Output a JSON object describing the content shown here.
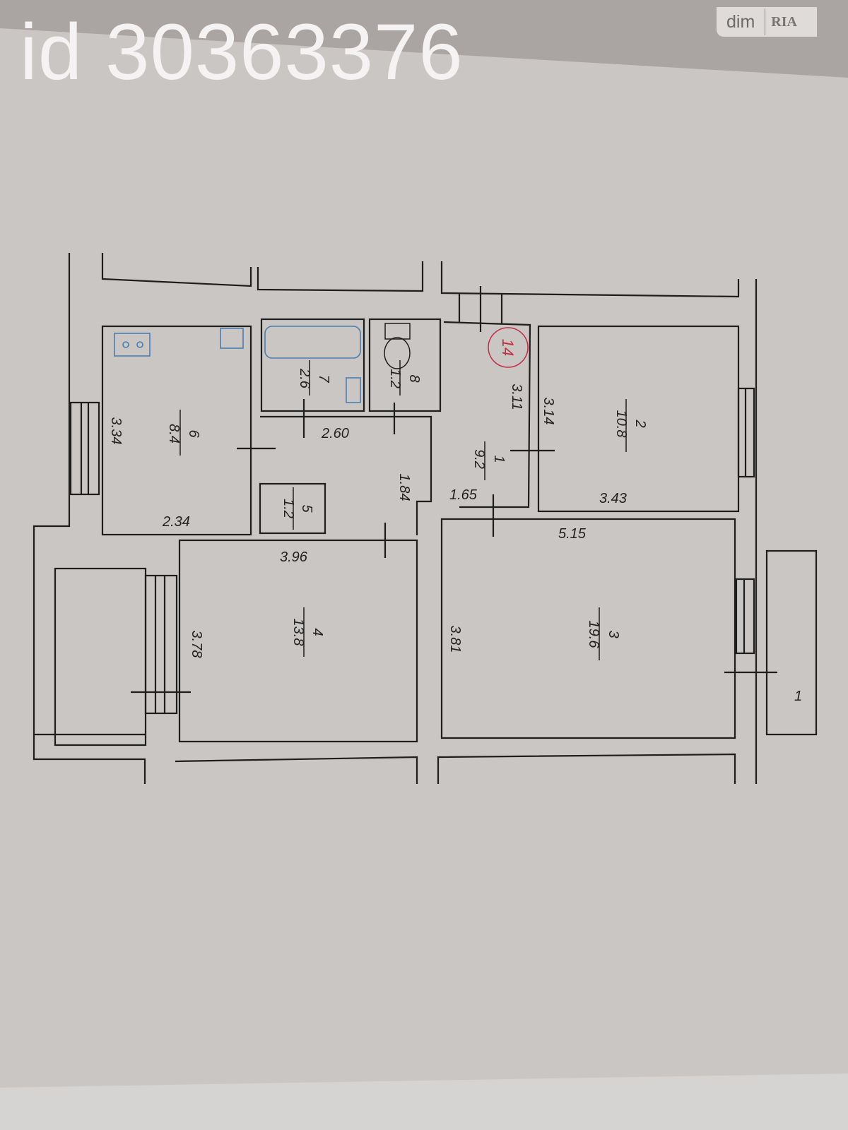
{
  "watermark": {
    "listing_id": "id 30363376",
    "logo_left": "dim",
    "logo_right": "RIA"
  },
  "plan": {
    "apartment_number": "14",
    "rooms": [
      {
        "number": "1",
        "area": "9.2"
      },
      {
        "number": "2",
        "area": "10.8"
      },
      {
        "number": "3",
        "area": "19.6"
      },
      {
        "number": "4",
        "area": "13.8"
      },
      {
        "number": "5",
        "area": "1.2"
      },
      {
        "number": "6",
        "area": "8.4"
      },
      {
        "number": "7",
        "area": "2.6"
      },
      {
        "number": "8",
        "area": "1.2"
      }
    ],
    "dimensions": {
      "d334": "3.34",
      "d234": "2.34",
      "d260": "2.60",
      "d184": "1.84",
      "d311": "3.11",
      "d314": "3.14",
      "d165": "1.65",
      "d343": "3.43",
      "d515": "5.15",
      "d396": "3.96",
      "d378": "3.78",
      "d381": "3.81"
    },
    "balcony_label": "1"
  },
  "colors": {
    "paper": "#c9c6c3",
    "ink": "#1e1e1e",
    "stamp": "#c03040",
    "fixture": "#4a7fb0"
  }
}
